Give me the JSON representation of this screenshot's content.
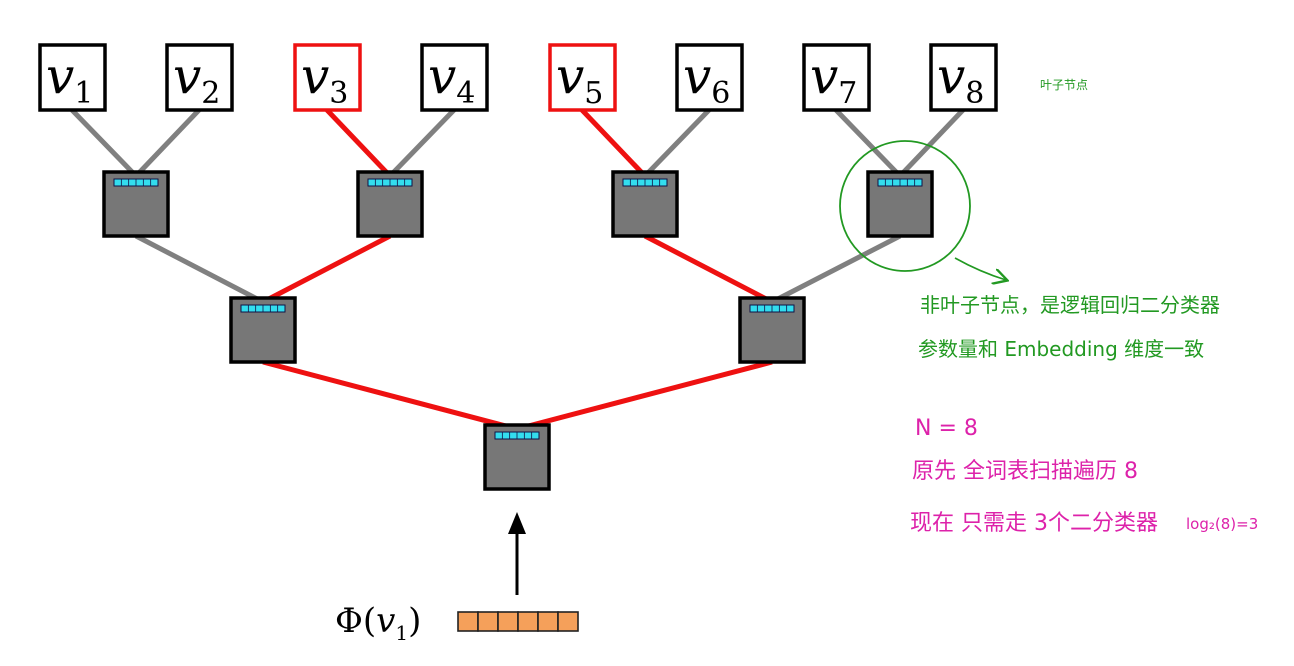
{
  "leaves": [
    {
      "id": "v1",
      "base": "v",
      "sub": "1",
      "highlighted": false
    },
    {
      "id": "v2",
      "base": "v",
      "sub": "2",
      "highlighted": false
    },
    {
      "id": "v3",
      "base": "v",
      "sub": "3",
      "highlighted": true
    },
    {
      "id": "v4",
      "base": "v",
      "sub": "4",
      "highlighted": false
    },
    {
      "id": "v5",
      "base": "v",
      "sub": "5",
      "highlighted": true
    },
    {
      "id": "v6",
      "base": "v",
      "sub": "6",
      "highlighted": false
    },
    {
      "id": "v7",
      "base": "v",
      "sub": "7",
      "highlighted": false
    },
    {
      "id": "v8",
      "base": "v",
      "sub": "8",
      "highlighted": false
    }
  ],
  "edges": [
    {
      "from": "v1",
      "to": "n1",
      "highlighted": false
    },
    {
      "from": "v2",
      "to": "n1",
      "highlighted": false
    },
    {
      "from": "v3",
      "to": "n2",
      "highlighted": true
    },
    {
      "from": "v4",
      "to": "n2",
      "highlighted": false
    },
    {
      "from": "v5",
      "to": "n3",
      "highlighted": true
    },
    {
      "from": "v6",
      "to": "n3",
      "highlighted": false
    },
    {
      "from": "v7",
      "to": "n4",
      "highlighted": false
    },
    {
      "from": "v8",
      "to": "n4",
      "highlighted": false
    },
    {
      "from": "n1",
      "to": "m1",
      "highlighted": false
    },
    {
      "from": "n2",
      "to": "m1",
      "highlighted": true
    },
    {
      "from": "n3",
      "to": "m2",
      "highlighted": true
    },
    {
      "from": "n4",
      "to": "m2",
      "highlighted": false
    },
    {
      "from": "m1",
      "to": "root",
      "highlighted": true
    },
    {
      "from": "m2",
      "to": "root",
      "highlighted": true
    }
  ],
  "inner_nodes": [
    "n1",
    "n2",
    "n3",
    "n4",
    "m1",
    "m2",
    "root"
  ],
  "colors": {
    "highlight": "#ee1111",
    "edge": "#808080",
    "node_fill": "#777777",
    "node_bar": "#33ddee",
    "annotation_green": "#229922",
    "annotation_pink": "#dd22aa",
    "input_vector": "#f5a05a"
  },
  "annotations": {
    "leaf_note": "叶子节点",
    "inner_note_line1": "非叶子节点，是逻辑回归二分类器",
    "inner_note_line2": "参数量和 Embedding 维度一致",
    "n_value": "N = 8",
    "before": "原先 全词表扫描遍历  8",
    "now": "现在 只需走 3个二分类器",
    "log_formula": "log₂(8)=3"
  },
  "input": {
    "label_prefix": "Φ(",
    "label_base": "v",
    "label_sub": "1",
    "label_suffix": ")",
    "vector_cells": 6
  }
}
